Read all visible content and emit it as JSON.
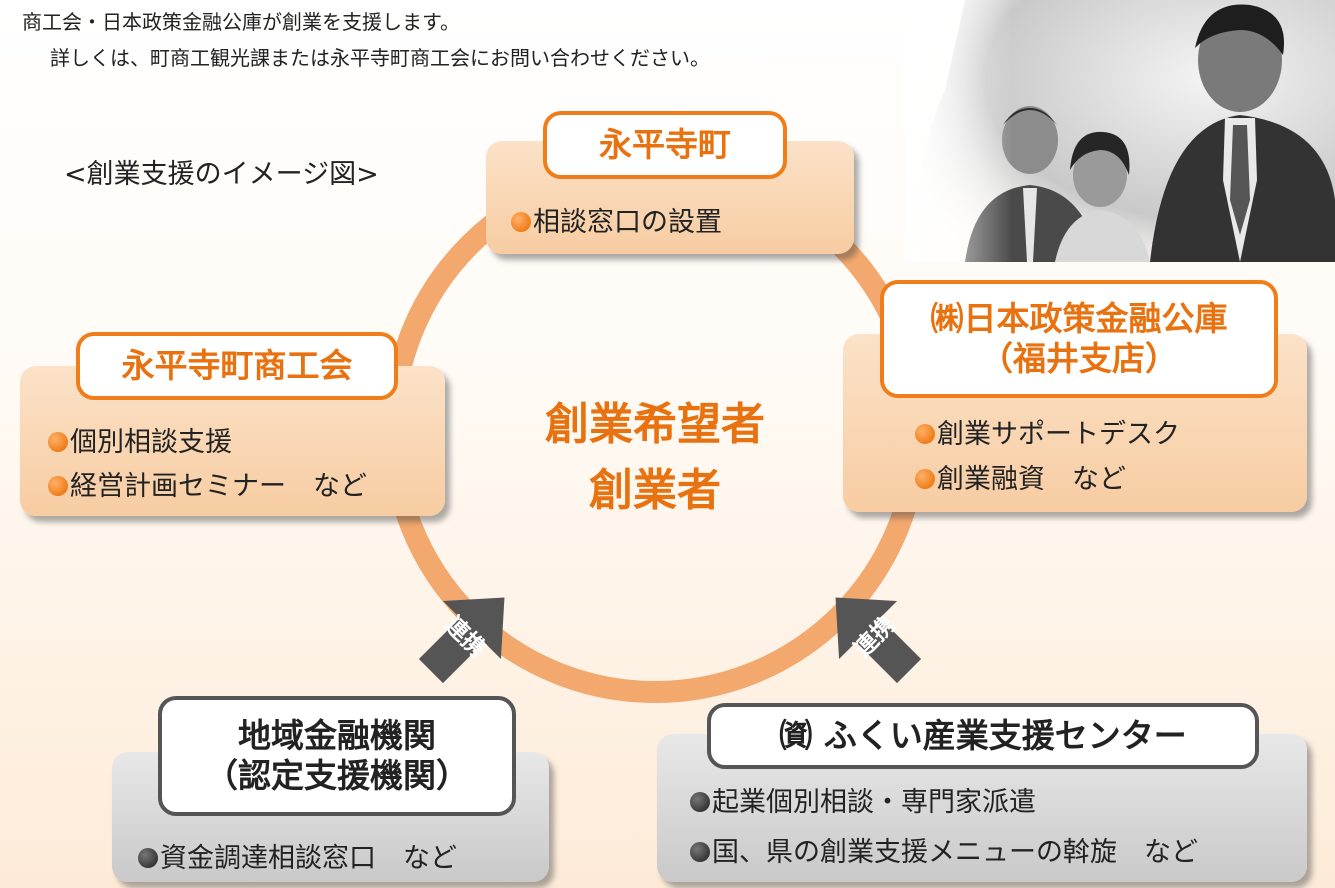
{
  "intro": {
    "line1": "商工会・日本政策金融公庫が創業を支援します。",
    "line2": "詳しくは、町商工観光課または永平寺町商工会にお問い合わせください。"
  },
  "caption": "<創業支援のイメージ図>",
  "center": {
    "line1": "創業希望者",
    "line2": "創業者"
  },
  "nodes": {
    "town": {
      "title": "永平寺町",
      "items": [
        "相談窓口の設置"
      ]
    },
    "chamber": {
      "title": "永平寺町商工会",
      "items": [
        "個別相談支援",
        "経営計画セミナー　など"
      ]
    },
    "jfc": {
      "title_line1": "㈱日本政策金融公庫",
      "title_line2": "（福井支店）",
      "items": [
        "創業サポートデスク",
        "創業融資　など"
      ]
    },
    "bank": {
      "title_line1": "地域金融機関",
      "title_line2": "（認定支援機関）",
      "items": [
        "資金調達相談窓口　など"
      ]
    },
    "center_fukui": {
      "title": "㈾ ふくい産業支援センター",
      "items": [
        "起業個別相談・専門家派遣",
        "国、県の創業支援メニューの斡旋　など"
      ]
    }
  },
  "arrows": {
    "left": "連携",
    "right": "連携"
  },
  "colors": {
    "accent": "#ef7d1a",
    "ring": "#f3a86e",
    "orange_card": "#f9d6b2",
    "gray_card": "#d4d4d4",
    "arrow": "#555555"
  },
  "photo": {
    "icon": "business-people-looking-up-photo"
  }
}
